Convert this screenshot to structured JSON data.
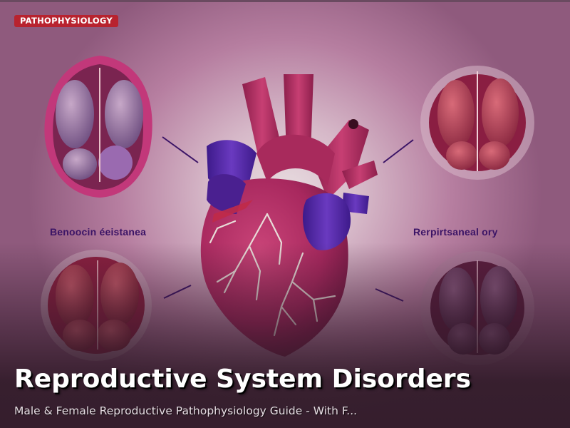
{
  "badge": {
    "label": "PATHOPHYSIOLOGY",
    "color": "#b8232f"
  },
  "illustration": {
    "subject": "heart-with-organ-diagrams",
    "label_left": "Benoocin éeistanea",
    "label_right": "Rerpirtsaneal ory"
  },
  "title": "Reproductive System Disorders",
  "subtitle": "Male & Female Reproductive Pathophysiology Guide - With F...",
  "colors": {
    "background": "#b67ea0",
    "heart": "#a8285e",
    "vessel_purple": "#5a2ea8",
    "title_text": "#ffffff"
  }
}
